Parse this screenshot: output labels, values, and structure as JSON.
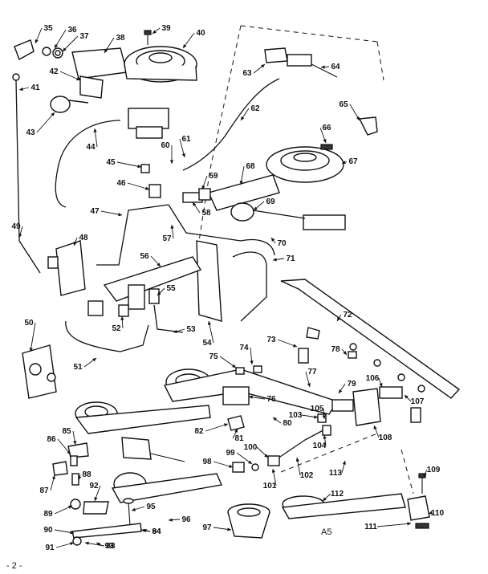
{
  "labels": [
    "35",
    "36",
    "37",
    "38",
    "39",
    "40",
    "41",
    "42",
    "43",
    "44",
    "45",
    "46",
    "47",
    "48",
    "49",
    "50",
    "51",
    "52",
    "53",
    "54",
    "55",
    "56",
    "57",
    "58",
    "59",
    "60",
    "61",
    "62",
    "63",
    "64",
    "65",
    "66",
    "67",
    "68",
    "69",
    "70",
    "71",
    "72",
    "73",
    "74",
    "75",
    "76",
    "77",
    "78",
    "79",
    "80",
    "81",
    "82",
    "83",
    "84",
    "85",
    "86",
    "87",
    "88",
    "89",
    "90",
    "91",
    "92",
    "93",
    "94",
    "95",
    "96",
    "97",
    "98",
    "99",
    "100",
    "101",
    "102",
    "103",
    "104",
    "105",
    "106",
    "107",
    "108",
    "109",
    "110",
    "111",
    "112",
    "113"
  ],
  "footer": {
    "page": "- 2 -",
    "mark": "A5"
  }
}
